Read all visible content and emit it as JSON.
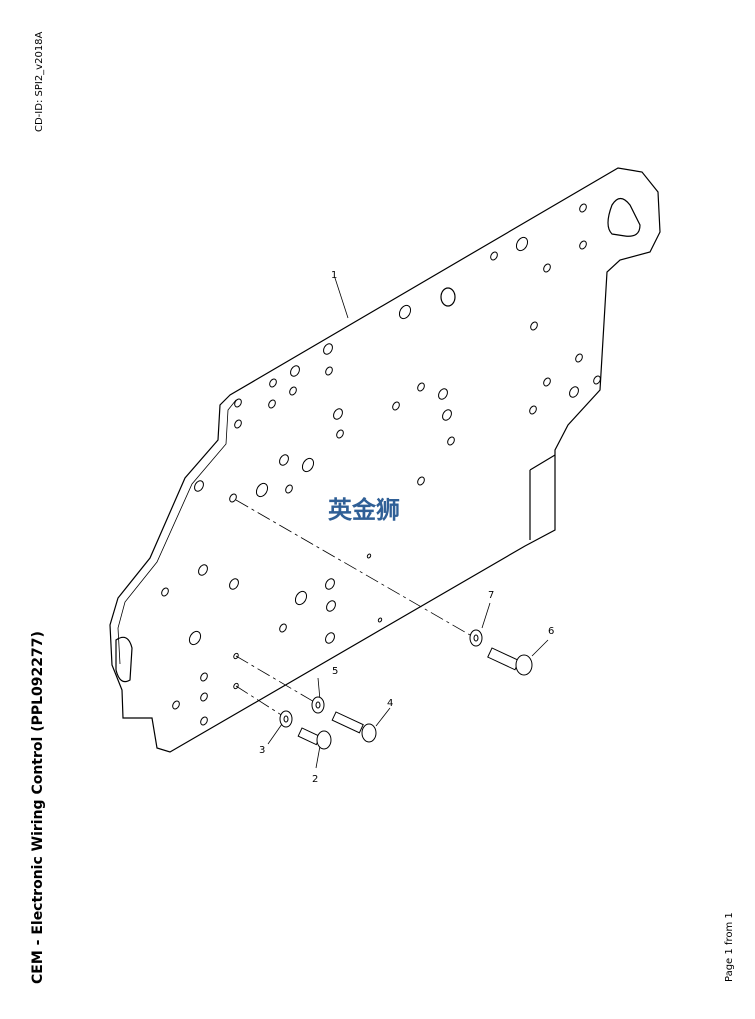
{
  "document": {
    "cd_id": "CD-ID: SPI2_v2018A",
    "title": "CEM - Electronic Wiring Control (PPL092277)",
    "page": "Page 1 from 1"
  },
  "watermark": {
    "text": "英金狮",
    "color": "#2f5f96"
  },
  "callouts": [
    "1",
    "2",
    "3",
    "4",
    "5",
    "6",
    "7"
  ]
}
